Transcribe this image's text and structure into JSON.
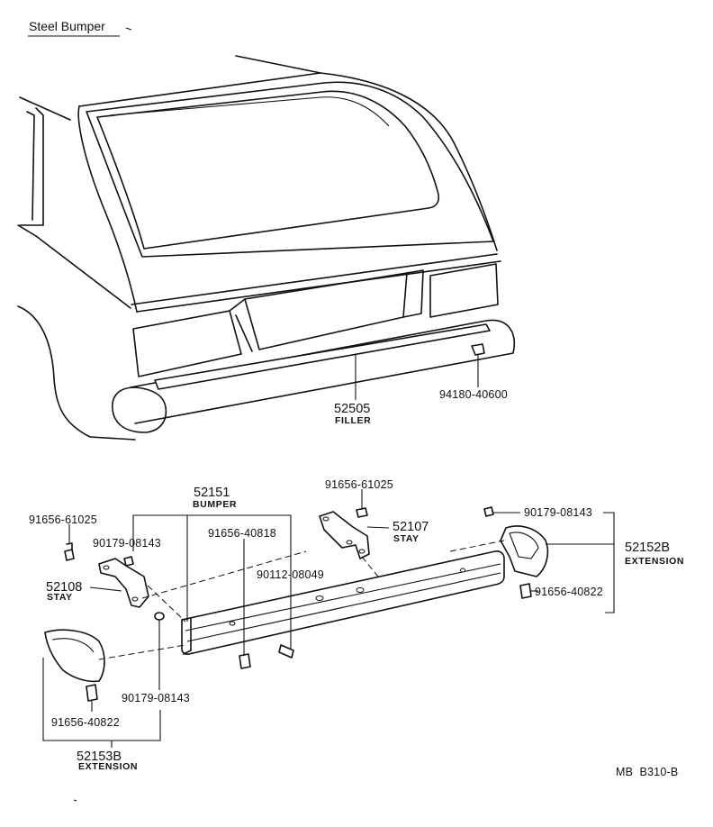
{
  "title": "Steel Bumper",
  "diagram_code": "MB  B310-B",
  "callouts": {
    "filler": {
      "part_no": "52505",
      "name": "FILLER"
    },
    "clip_94180": {
      "part_no": "94180-40600"
    },
    "bumper": {
      "part_no": "52151",
      "name": "BUMPER"
    },
    "stay_right": {
      "part_no": "52107",
      "name": "STAY"
    },
    "stay_left": {
      "part_no": "52108",
      "name": "STAY"
    },
    "ext_right": {
      "part_no": "52152B",
      "name": "EXTENSION"
    },
    "ext_left": {
      "part_no": "52153B",
      "name": "EXTENSION"
    },
    "bolt_61025_left": {
      "part_no": "91656-61025"
    },
    "bolt_61025_top": {
      "part_no": "91656-61025"
    },
    "nut_08143_left": {
      "part_no": "90179-08143"
    },
    "nut_08143_right": {
      "part_no": "90179-08143"
    },
    "nut_08143_bottom": {
      "part_no": "90179-08143"
    },
    "bolt_40818": {
      "part_no": "91656-40818"
    },
    "bolt_08049": {
      "part_no": "90112-08049"
    },
    "bolt_40822_right": {
      "part_no": "91656-40822"
    },
    "bolt_40822_left": {
      "part_no": "91656-40822"
    }
  }
}
